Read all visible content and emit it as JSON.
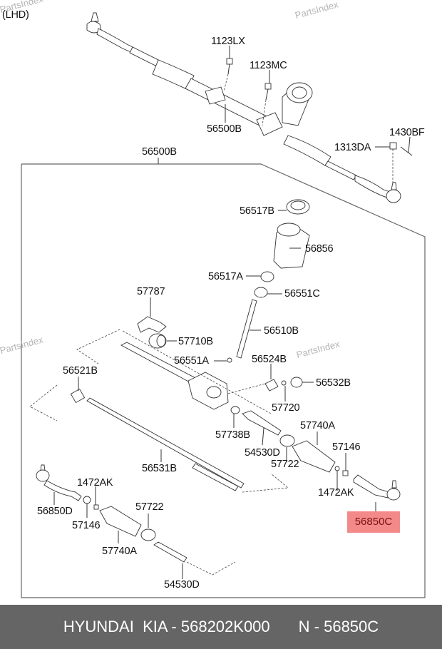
{
  "diagram": {
    "variant": "(LHD)",
    "watermark": "PartsIndex",
    "highlight_color": "#f38a8a",
    "labels": {
      "p1123LX": "1123LX",
      "p1123MC": "1123MC",
      "p56500B_top": "56500B",
      "p1430BF": "1430BF",
      "p1313DA": "1313DA",
      "p56500B_box": "56500B",
      "p56517B": "56517B",
      "p56856": "56856",
      "p56517A": "56517A",
      "p56551C": "56551C",
      "p57787": "57787",
      "p56510B": "56510B",
      "p57710B": "57710B",
      "p56551A": "56551A",
      "p56524B": "56524B",
      "p56521B": "56521B",
      "p56532B": "56532B",
      "p57720": "57720",
      "p57740A_r": "57740A",
      "p57738B": "57738B",
      "p54530D_r": "54530D",
      "p57146_r": "57146",
      "p57722_r": "57722",
      "p56531B": "56531B",
      "p1472AK_l": "1472AK",
      "p1472AK_r": "1472AK",
      "p56850D": "56850D",
      "p57146_l": "57146",
      "p57722_l": "57722",
      "p56850C": "56850C",
      "p57740A_l": "57740A",
      "p54530D_l": "54530D"
    },
    "highlighted_part": "56850C"
  },
  "footer": {
    "brand": "HYUNDAI  KIA - 568202K000",
    "part_ref": "N - 56850C"
  }
}
